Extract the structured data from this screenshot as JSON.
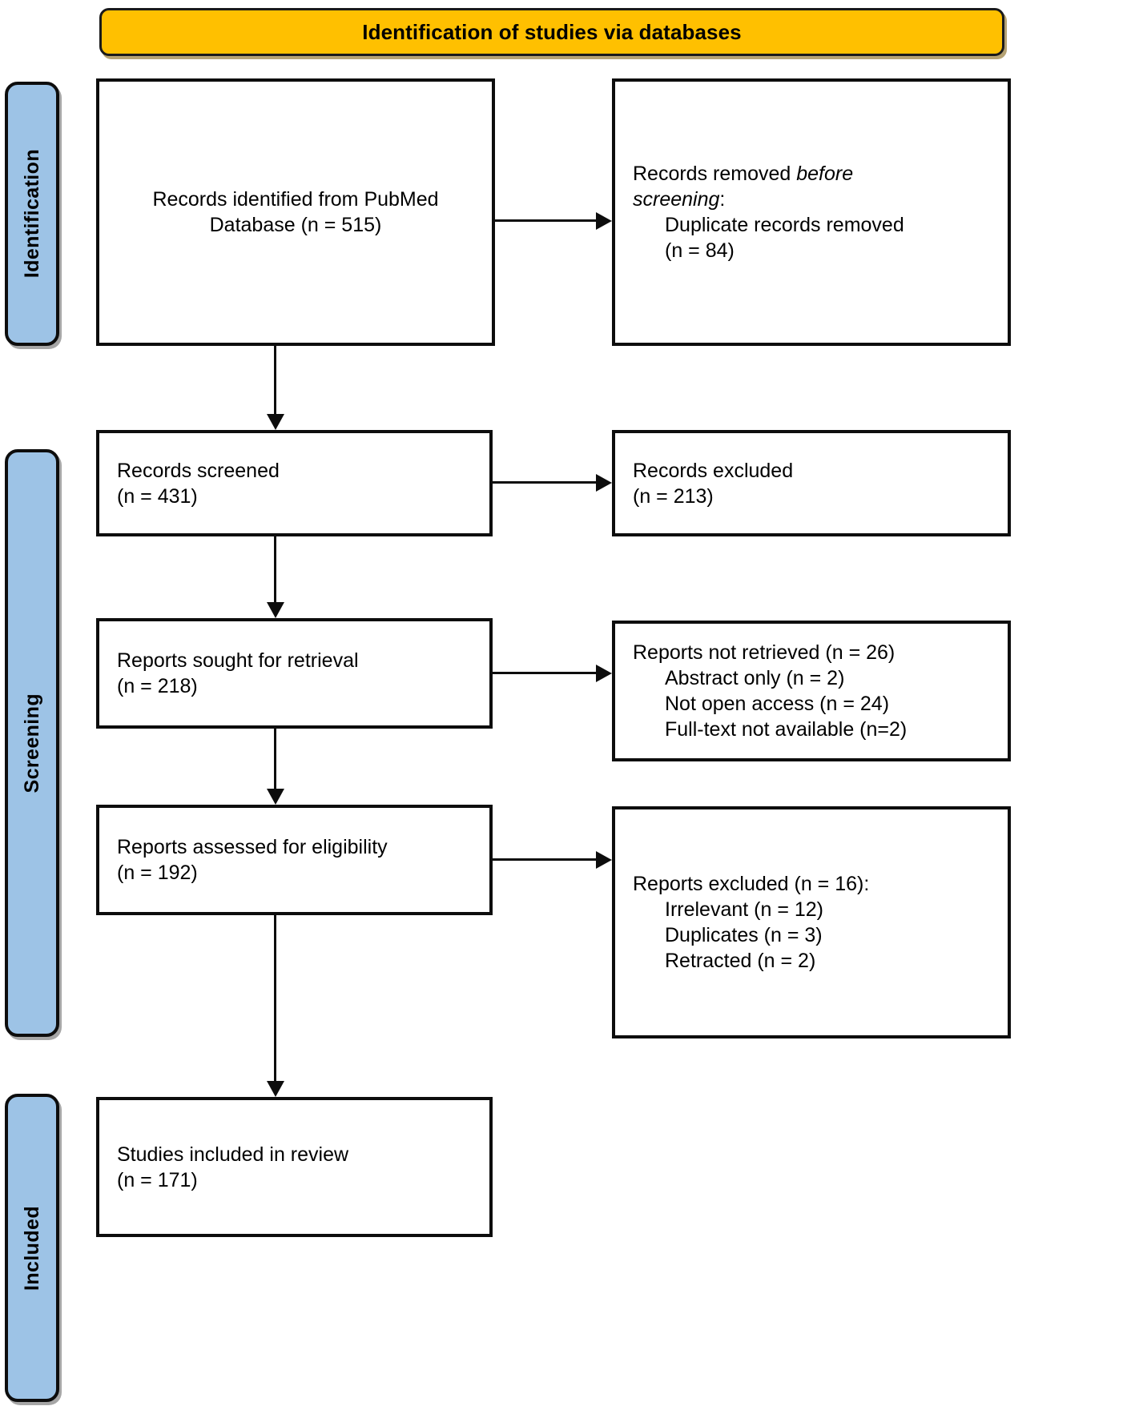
{
  "banner": {
    "title": "Identification of studies via databases"
  },
  "stages": [
    {
      "key": "identification",
      "label": "Identification"
    },
    {
      "key": "screening",
      "label": "Screening"
    },
    {
      "key": "included",
      "label": "Included"
    }
  ],
  "boxes": {
    "identified": {
      "line1": "Records identified from PubMed",
      "line2": "Database (n = 515)"
    },
    "removed": {
      "line1a": "Records removed ",
      "line1b": "before",
      "line2a": "screening",
      "line2b": ":",
      "line3": "Duplicate records removed",
      "line4": "(n = 84)"
    },
    "screened": {
      "line1": "Records screened",
      "line2": "(n = 431)"
    },
    "excluded": {
      "line1": "Records excluded",
      "line2": "(n = 213)"
    },
    "sought": {
      "line1": "Reports sought for retrieval",
      "line2": "(n = 218)"
    },
    "not_retrieved": {
      "line1": "Reports not retrieved (n = 26)",
      "line2": "Abstract only (n = 2)",
      "line3": "Not open access (n = 24)",
      "line4": "Full-text not available (n=2)"
    },
    "assessed": {
      "line1": "Reports assessed for eligibility",
      "line2": "(n = 192)"
    },
    "reports_excluded": {
      "line1": "Reports excluded (n = 16):",
      "line2": "Irrelevant (n = 12)",
      "line3": "Duplicates (n = 3)",
      "line4": "Retracted (n = 2)"
    },
    "included": {
      "line1": "Studies included in review",
      "line2": "(n = 171)"
    }
  },
  "chart_data": {
    "type": "diagram",
    "title": "Identification of studies via databases",
    "nodes": [
      {
        "id": "identified",
        "stage": "Identification",
        "label": "Records identified from PubMed Database",
        "n": 515
      },
      {
        "id": "removed",
        "stage": "Identification",
        "label": "Records removed before screening: Duplicate records removed",
        "n": 84
      },
      {
        "id": "screened",
        "stage": "Screening",
        "label": "Records screened",
        "n": 431
      },
      {
        "id": "excluded",
        "stage": "Screening",
        "label": "Records excluded",
        "n": 213
      },
      {
        "id": "sought",
        "stage": "Screening",
        "label": "Reports sought for retrieval",
        "n": 218
      },
      {
        "id": "not_retrieved",
        "stage": "Screening",
        "label": "Reports not retrieved",
        "n": 26,
        "breakdown": [
          {
            "label": "Abstract only",
            "n": 2
          },
          {
            "label": "Not open access",
            "n": 24
          },
          {
            "label": "Full-text not available",
            "n": 2
          }
        ]
      },
      {
        "id": "assessed",
        "stage": "Screening",
        "label": "Reports assessed for eligibility",
        "n": 192
      },
      {
        "id": "reports_excluded",
        "stage": "Screening",
        "label": "Reports excluded",
        "n": 16,
        "breakdown": [
          {
            "label": "Irrelevant",
            "n": 12
          },
          {
            "label": "Duplicates",
            "n": 3
          },
          {
            "label": "Retracted",
            "n": 2
          }
        ]
      },
      {
        "id": "included",
        "stage": "Included",
        "label": "Studies included in review",
        "n": 171
      }
    ],
    "edges": [
      {
        "from": "identified",
        "to": "removed",
        "direction": "right"
      },
      {
        "from": "identified",
        "to": "screened",
        "direction": "down"
      },
      {
        "from": "screened",
        "to": "excluded",
        "direction": "right"
      },
      {
        "from": "screened",
        "to": "sought",
        "direction": "down"
      },
      {
        "from": "sought",
        "to": "not_retrieved",
        "direction": "right"
      },
      {
        "from": "sought",
        "to": "assessed",
        "direction": "down"
      },
      {
        "from": "assessed",
        "to": "reports_excluded",
        "direction": "right"
      },
      {
        "from": "assessed",
        "to": "included",
        "direction": "down"
      }
    ],
    "colors": {
      "banner": "#FFC000",
      "stage_label": "#9DC3E6",
      "box_border": "#0d0d0d",
      "box_fill": "#FFFFFF"
    }
  }
}
